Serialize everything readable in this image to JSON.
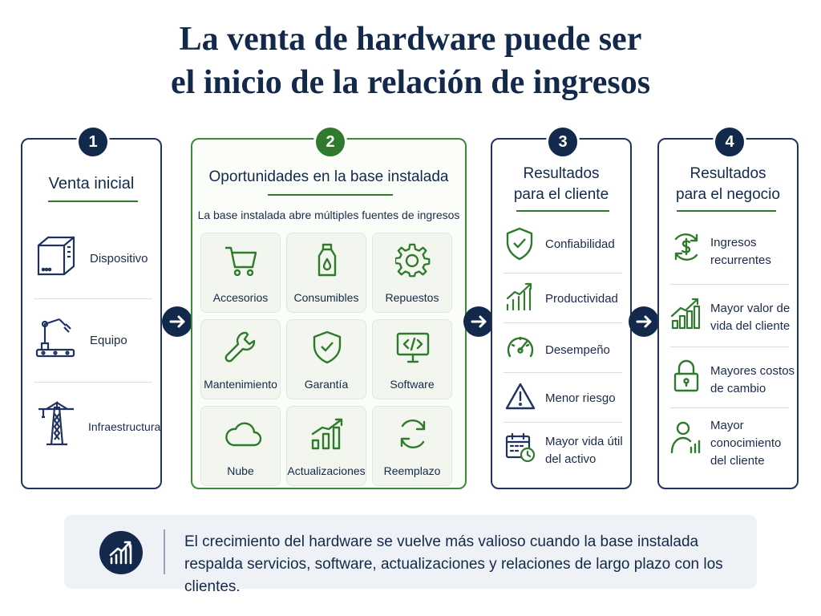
{
  "title": {
    "line1": "La venta de hardware puede ser",
    "line2": "el inicio de la relación de ingresos"
  },
  "steps": [
    {
      "number": "1",
      "title": "Venta inicial",
      "items": [
        {
          "label": "Dispositivo",
          "icon": "device-icon"
        },
        {
          "label": "Equipo",
          "icon": "robot-arm-icon"
        },
        {
          "label": "Infraestructura",
          "icon": "tower-icon"
        }
      ]
    },
    {
      "number": "2",
      "title": "Oportunidades en la base instalada",
      "subtitle": "La base instalada abre múltiples fuentes de ingresos",
      "tiles": [
        {
          "label": "Accesorios",
          "icon": "cart-icon"
        },
        {
          "label": "Consumibles",
          "icon": "bottle-icon"
        },
        {
          "label": "Repuestos",
          "icon": "gear-icon"
        },
        {
          "label": "Mantenimiento",
          "icon": "wrench-icon"
        },
        {
          "label": "Garantía",
          "icon": "shield-check-icon"
        },
        {
          "label": "Software",
          "icon": "code-monitor-icon"
        },
        {
          "label": "Nube",
          "icon": "cloud-icon"
        },
        {
          "label": "Actualizaciones",
          "icon": "growth-bars-icon"
        },
        {
          "label": "Reemplazo",
          "icon": "refresh-icon"
        }
      ]
    },
    {
      "number": "3",
      "title_line1": "Resultados",
      "title_line2": "para el cliente",
      "items": [
        {
          "label": "Confiabilidad",
          "icon": "shield-check-icon"
        },
        {
          "label": "Productividad",
          "icon": "growth-bars-icon"
        },
        {
          "label": "Desempeño",
          "icon": "gauge-icon"
        },
        {
          "label": "Menor riesgo",
          "icon": "warning-icon"
        },
        {
          "label_line1": "Mayor vida útil",
          "label_line2": "del activo",
          "icon": "calendar-clock-icon"
        }
      ]
    },
    {
      "number": "4",
      "title_line1": "Resultados",
      "title_line2": "para el negocio",
      "items": [
        {
          "label_line1": "Ingresos",
          "label_line2": "recurrentes",
          "icon": "dollar-cycle-icon"
        },
        {
          "label_line1": "Mayor valor de",
          "label_line2": "vida del cliente",
          "icon": "growth-bars-icon"
        },
        {
          "label_line1": "Mayores costos",
          "label_line2": "de cambio",
          "icon": "lock-icon"
        },
        {
          "label_line1": "Mayor",
          "label_line2": "conocimiento",
          "label_line3": "del cliente",
          "icon": "user-chart-icon"
        }
      ]
    }
  ],
  "footer": {
    "line1": "El crecimiento del hardware se vuelve más valioso cuando la base instalada",
    "line2": "respalda servicios, software, actualizaciones y relaciones de largo plazo con los clientes.",
    "icon": "growth-chart-icon"
  },
  "colors": {
    "navy": "#13294b",
    "green": "#2f7a2c"
  }
}
